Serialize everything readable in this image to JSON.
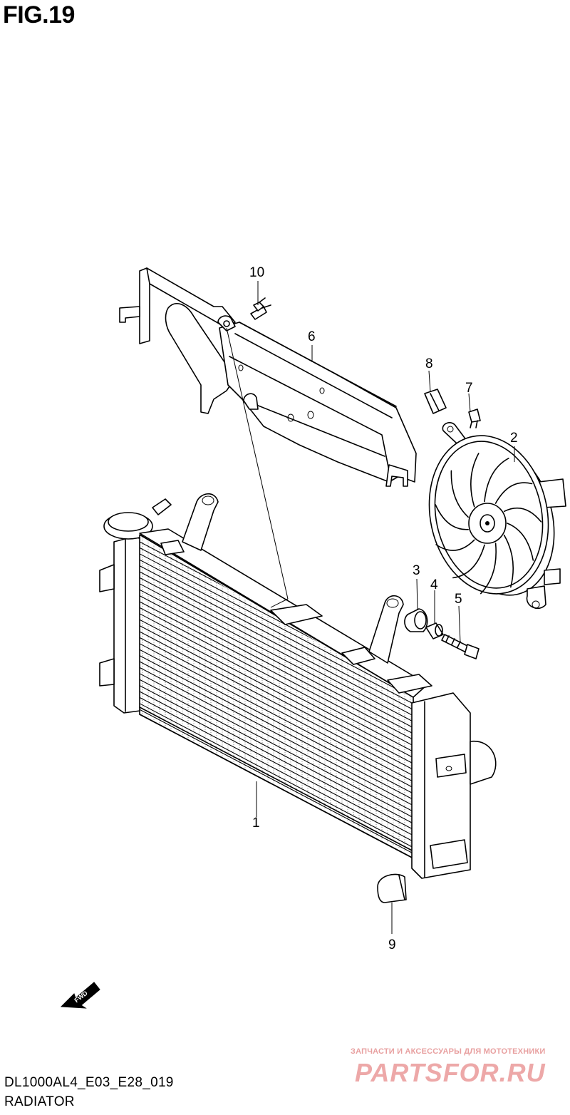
{
  "figure": {
    "title": "FIG.19",
    "model_code": "DL1000AL4_E03_E28_019",
    "section": "RADIATOR"
  },
  "callouts": [
    {
      "id": "1",
      "label": "1"
    },
    {
      "id": "2",
      "label": "2"
    },
    {
      "id": "3",
      "label": "3"
    },
    {
      "id": "4",
      "label": "4"
    },
    {
      "id": "5",
      "label": "5"
    },
    {
      "id": "6",
      "label": "6"
    },
    {
      "id": "7",
      "label": "7"
    },
    {
      "id": "8",
      "label": "8"
    },
    {
      "id": "9",
      "label": "9"
    },
    {
      "id": "10",
      "label": "10"
    }
  ],
  "direction_arrow": {
    "label": "FWD"
  },
  "watermark": {
    "tagline": "ЗАПЧАСТИ И АКСЕССУАРЫ ДЛЯ МОТОТЕХНИКИ",
    "brand": "PARTSFOR.RU"
  }
}
